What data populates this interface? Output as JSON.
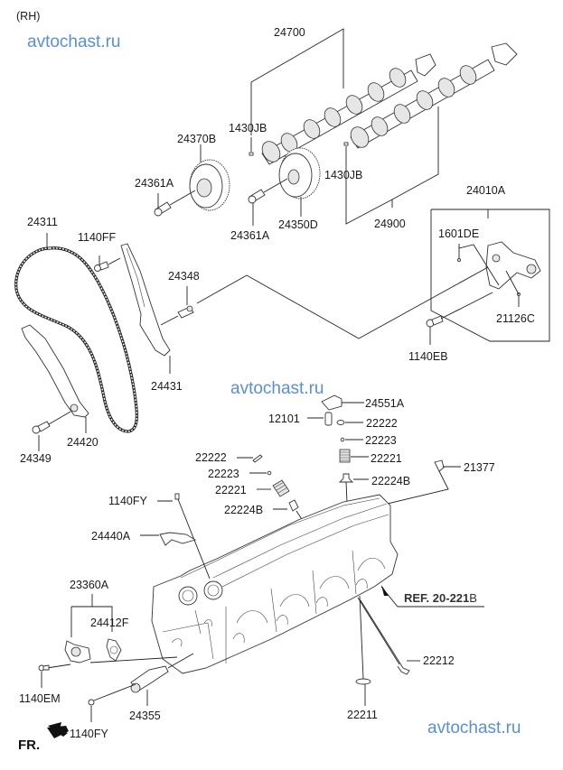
{
  "diagram": {
    "side_label": "(RH)",
    "watermark": "avtochast.ru",
    "front_label": "FR.",
    "reference": {
      "bold": "REF. 20-221",
      "suffix": "B"
    },
    "parts": {
      "camshaft_upper": "24700",
      "camshaft_lower": "24900",
      "pin_upper": "1430JB",
      "pin_lower": "1430JB",
      "cam_sprocket_b": "24370B",
      "cam_sprocket_d": "24350D",
      "sprocket_bolt_1": "24361A",
      "sprocket_bolt_2": "24361A",
      "bracket_assy": "24010A",
      "bracket_pin": "1601DE",
      "bracket_dowel": "21126C",
      "bracket_bolt": "1140EB",
      "timing_chain": "24311",
      "guide_bolt": "1140FF",
      "tensioner_bolt": "24348",
      "tensioner_arm": "24431",
      "chain_guide": "24420",
      "guide_pivot_bolt": "24349",
      "rocker_arm": "24551A",
      "lash_adjuster": "12101",
      "retainer_lock_r": "22222",
      "retainer_r": "22223",
      "valve_spring_r": "22221",
      "stem_seal_r": "22224B",
      "plug": "21377",
      "retainer_lock_l": "22222",
      "retainer_l": "22223",
      "valve_spring_l": "22221",
      "stem_seal_l": "22224B",
      "hanger_bolt": "1140FY",
      "engine_hanger": "24440A",
      "ocv_assy": "23360A",
      "ocv_gasket": "24412F",
      "ocv_bolt": "1140EM",
      "ocv_filter": "24355",
      "filter_bolt": "1140FY",
      "intake_valve": "22212",
      "exhaust_valve": "22211"
    }
  }
}
